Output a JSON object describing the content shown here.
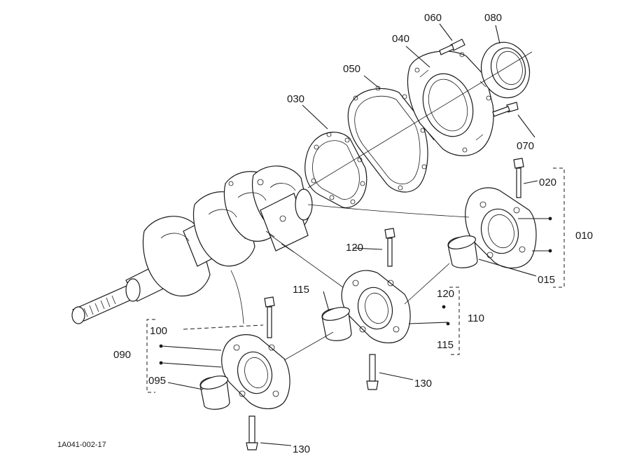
{
  "figure_code": "1A041-002-17",
  "labels": {
    "p010": "010",
    "p015": "015",
    "p020": "020",
    "p030": "030",
    "p040": "040",
    "p050": "050",
    "p060": "060",
    "p070": "070",
    "p080": "080",
    "p090": "090",
    "p095": "095",
    "p100": "100",
    "p110": "110",
    "p110_sub120": "120",
    "p110_sub115": "115",
    "p115": "115",
    "p120": "120",
    "p130_a": "130",
    "p130_b": "130"
  }
}
